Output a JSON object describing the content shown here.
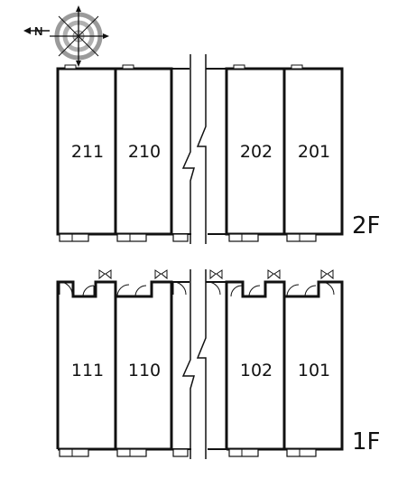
{
  "compass": {
    "label": "N"
  },
  "floors": [
    {
      "label": "2F",
      "units": [
        "211",
        "210",
        "202",
        "201"
      ]
    },
    {
      "label": "1F",
      "units": [
        "111",
        "110",
        "102",
        "101"
      ]
    }
  ],
  "colors": {
    "wall": "#111111",
    "compass_ring": "#9a9a9a",
    "background": "#ffffff"
  }
}
